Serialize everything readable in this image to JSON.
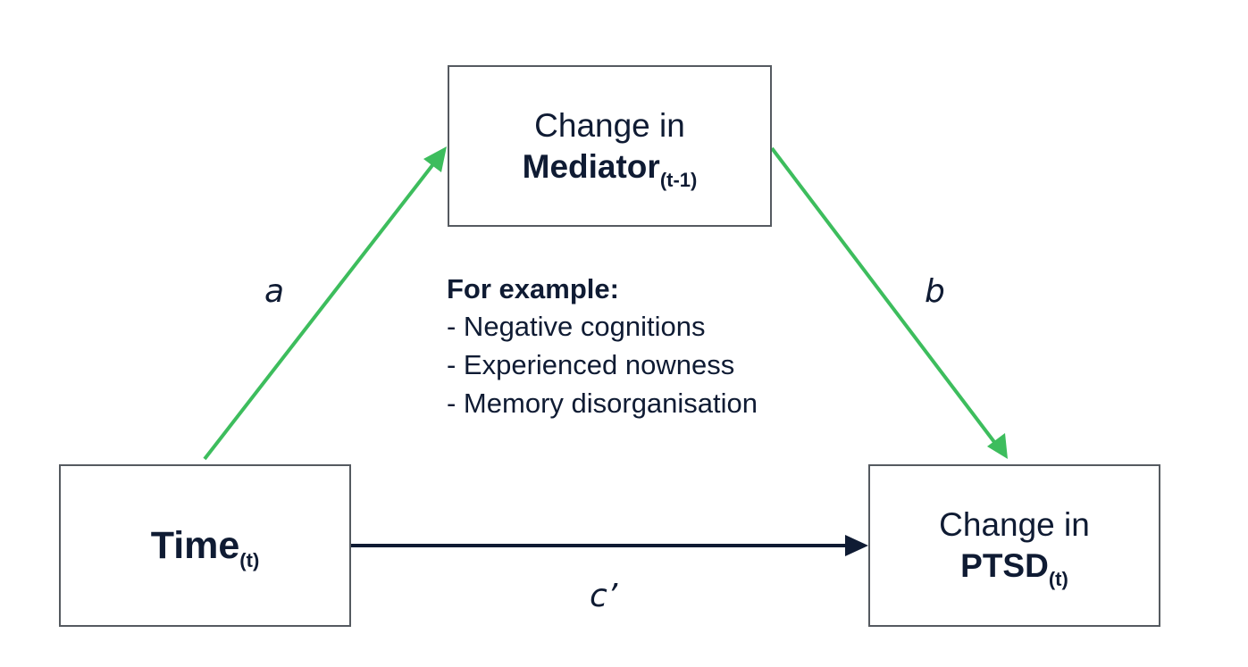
{
  "mediator_box": {
    "line1": "Change in",
    "line2_main": "Mediator",
    "line2_sub": "(t-1)"
  },
  "time_box": {
    "main": "Time",
    "sub": "(t)"
  },
  "ptsd_box": {
    "line1": "Change in",
    "line2_main": "PTSD",
    "line2_sub": "(t)"
  },
  "paths": {
    "a": "a",
    "b": "b",
    "c_prime": "c’"
  },
  "examples": {
    "heading": "For example:",
    "items": [
      "- Negative cognitions",
      "- Experienced nowness",
      "- Memory disorganisation"
    ]
  },
  "colors": {
    "box_border": "#555a60",
    "mediated_arrow": "#3dbd5d",
    "direct_arrow": "#0f1b33",
    "text": "#0f1b33"
  }
}
